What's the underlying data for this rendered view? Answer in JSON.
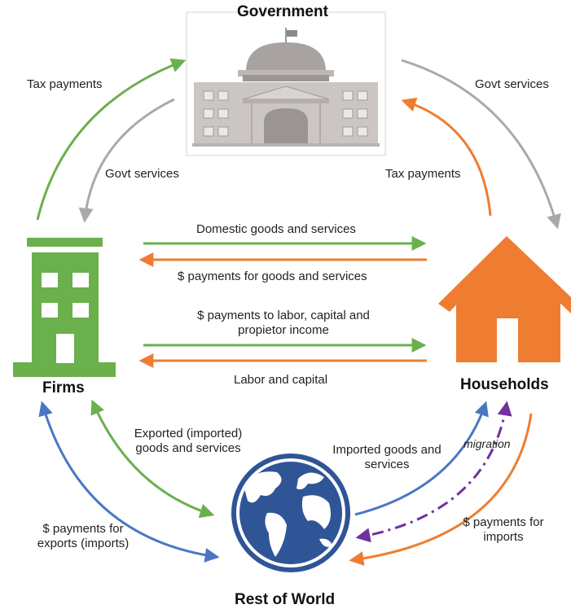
{
  "nodes": {
    "government": "Government",
    "firms": "Firms",
    "households": "Households",
    "rest_of_world": "Rest of World"
  },
  "flows": {
    "firms_tax_payments": "Tax payments",
    "govt_services_to_firms": "Govt services",
    "govt_services_to_households": "Govt services",
    "households_tax_payments": "Tax payments",
    "domestic_goods": "Domestic goods and services",
    "payments_for_goods": "$ payments for goods and services",
    "payments_to_labor_line1": "$ payments to labor, capital and",
    "payments_to_labor_line2": "propietor income",
    "labor_and_capital": "Labor and capital",
    "exported_goods_line1": "Exported (imported)",
    "exported_goods_line2": "goods and services",
    "payments_for_exports_line1": "$ payments for",
    "payments_for_exports_line2": "exports (imports)",
    "imported_goods_line1": "Imported goods and",
    "imported_goods_line2": "services",
    "migration": "migration",
    "payments_for_imports_line1": "$ payments for",
    "payments_for_imports_line2": "imports"
  },
  "colors": {
    "green": "#6ab04c",
    "orange": "#ee7d31",
    "gray": "#a9a9a9",
    "blue": "#4a77c4",
    "purple": "#7030a0",
    "building_gray": "#cbc6c3",
    "globe_blue": "#2f5597"
  },
  "icons": {
    "government": "capitol-building-icon",
    "firms": "office-building-icon",
    "households": "house-icon",
    "rest_of_world": "globe-icon"
  }
}
